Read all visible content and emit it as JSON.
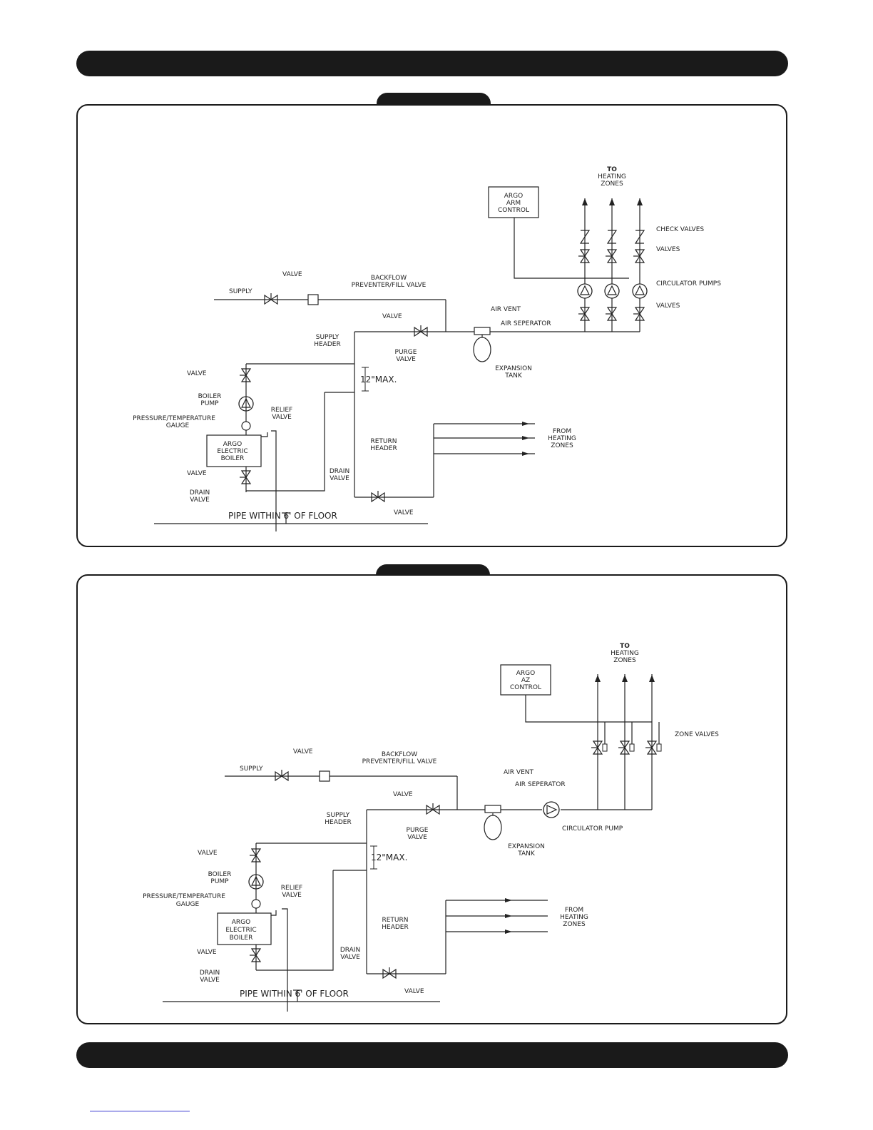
{
  "diagram1": {
    "labels": {
      "to_heating_zones": [
        "TO",
        "HEATING",
        "ZONES"
      ],
      "control": [
        "ARGO",
        "ARM",
        "CONTROL"
      ],
      "check_valves": "CHECK VALVES",
      "valves_upper": "VALVES",
      "circulator_pumps": "CIRCULATOR PUMPS",
      "valves_lower": "VALVES",
      "supply": "SUPPLY",
      "valve_supply": "VALVE",
      "backflow": [
        "BACKFLOW",
        "PREVENTER/FILL VALVE"
      ],
      "valve_header": "VALVE",
      "air_vent": "AIR VENT",
      "air_separator": "AIR SEPERATOR",
      "supply_header": [
        "SUPPLY",
        "HEADER"
      ],
      "purge_valve": [
        "PURGE",
        "VALVE"
      ],
      "expansion_tank": [
        "EXPANSION",
        "TANK"
      ],
      "valve_boiler_top": "VALVE",
      "boiler_pump": [
        "BOILER",
        "PUMP"
      ],
      "twelve_max": "12\"MAX.",
      "pressure_gauge": [
        "PRESSURE/TEMPERATURE",
        "GAUGE"
      ],
      "relief_valve": [
        "RELIEF",
        "VALVE"
      ],
      "boiler": [
        "ARGO",
        "ELECTRIC",
        "BOILER"
      ],
      "return_header": [
        "RETURN",
        "HEADER"
      ],
      "from_heating_zones": [
        "FROM",
        "HEATING",
        "ZONES"
      ],
      "valve_boiler_bottom": "VALVE",
      "drain_valve_left": [
        "DRAIN",
        "VALVE"
      ],
      "drain_valve_right": [
        "DRAIN",
        "VALVE"
      ],
      "valve_return": "VALVE",
      "floor_note": "PIPE WITHIN 6' OF FLOOR"
    }
  },
  "diagram2": {
    "labels": {
      "to_heating_zones": [
        "TO",
        "HEATING",
        "ZONES"
      ],
      "control": [
        "ARGO",
        "AZ",
        "CONTROL"
      ],
      "zone_valves": "ZONE VALVES",
      "supply": "SUPPLY",
      "valve_supply": "VALVE",
      "backflow": [
        "BACKFLOW",
        "PREVENTER/FILL VALVE"
      ],
      "air_vent": "AIR VENT",
      "air_separator": "AIR SEPERATOR",
      "valve_header": "VALVE",
      "supply_header": [
        "SUPPLY",
        "HEADER"
      ],
      "purge_valve": [
        "PURGE",
        "VALVE"
      ],
      "circulator_pump": "CIRCULATOR PUMP",
      "expansion_tank": [
        "EXPANSION",
        "TANK"
      ],
      "valve_boiler_top": "VALVE",
      "boiler_pump": [
        "BOILER",
        "PUMP"
      ],
      "twelve_max": "12\"MAX.",
      "pressure_gauge": [
        "PRESSURE/TEMPERATURE",
        "GAUGE"
      ],
      "relief_valve": [
        "RELIEF",
        "VALVE"
      ],
      "boiler": [
        "ARGO",
        "ELECTRIC",
        "BOILER"
      ],
      "return_header": [
        "RETURN",
        "HEADER"
      ],
      "from_heating_zones": [
        "FROM",
        "HEATING",
        "ZONES"
      ],
      "valve_boiler_bottom": "VALVE",
      "drain_valve_left": [
        "DRAIN",
        "VALVE"
      ],
      "drain_valve_right": [
        "DRAIN",
        "VALVE"
      ],
      "valve_return": "VALVE",
      "floor_note": "PIPE WITHIN 6' OF FLOOR"
    }
  },
  "colors": {
    "ink": "#222222",
    "bar": "#1a1a1a",
    "link": "#3a3ad0"
  }
}
